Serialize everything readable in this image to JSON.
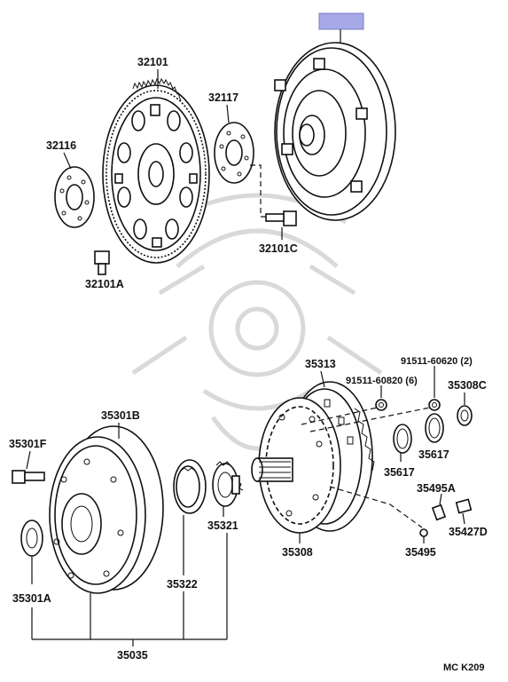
{
  "parts": {
    "torque_converter_hl": "",
    "p32101": "32101",
    "p32116": "32116",
    "p32117": "32117",
    "p32101C": "32101C",
    "p32101A": "32101A",
    "p35313": "35313",
    "p91511_60620": "91511-60620 (2)",
    "p91511_60820": "91511-60820 (6)",
    "p35308C": "35308C",
    "p35301B": "35301B",
    "p35301F": "35301F",
    "p35617a": "35617",
    "p35617b": "35617",
    "p35495A": "35495A",
    "p35427D": "35427D",
    "p35321": "35321",
    "p35322": "35322",
    "p35308": "35308",
    "p35495": "35495",
    "p35301A": "35301A",
    "p35035": "35035"
  },
  "footer": {
    "code": "MC  K209"
  },
  "colors": {
    "highlight": "#a6a8e8",
    "ink": "#111111",
    "watermark": "#d9d9d9"
  }
}
